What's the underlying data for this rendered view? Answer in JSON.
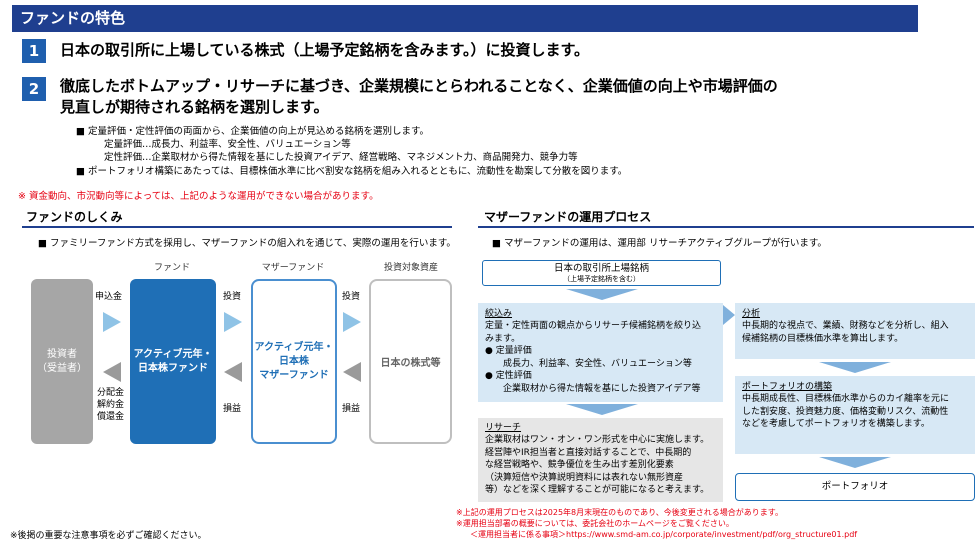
{
  "header": {
    "title": "ファンドの特色"
  },
  "features": [
    {
      "num": "1",
      "line1": "日本の取引所に上場している株式（上場予定銘柄を含みます。）に投資します。"
    },
    {
      "num": "2",
      "line1": "徹底したボトムアップ・リサーチに基づき、企業規模にとらわれることなく、企業価値の向上や市場評価の",
      "line2": "見直しが期待される銘柄を選別します。"
    }
  ],
  "bullets": {
    "b1": "■ 定量評価・定性評価の両面から、企業価値の向上が見込める銘柄を選別します。",
    "b1_sub1": "定量評価…成長力、利益率、安全性、バリュエーション等",
    "b1_sub2": "定性評価…企業取材から得た情報を基にした投資アイデア、経営戦略、マネジメント力、商品開発力、競争力等",
    "b2": "■ ポートフォリオ構築にあたっては、目標株価水準に比べ割安な銘柄を組み入れるとともに、流動性を勘案して分散を図ります。"
  },
  "caution": "※ 資金動向、市況動向等によっては、上記のような運用ができない場合があります。",
  "left_section": {
    "title": "ファンドのしくみ",
    "bullet": "■ ファミリーファンド方式を採用し、マザーファンドの組入れを通じて、実際の運用を行います。",
    "col_heads": [
      "ファンド",
      "マザーファンド",
      "投資対象資産"
    ],
    "investor": [
      "投資者",
      "（受益者）"
    ],
    "fund": [
      "アクティブ元年・",
      "日本株ファンド"
    ],
    "mother": [
      "アクティブ元年・",
      "日本株",
      "マザーファンド"
    ],
    "asset": "日本の株式等",
    "labels": {
      "subscribe": "申込金",
      "invest1": "投資",
      "invest2": "投資",
      "distribution": [
        "分配金",
        "解約金",
        "償還金"
      ],
      "pl1": "損益",
      "pl2": "損益"
    }
  },
  "right_section": {
    "title": "マザーファンドの運用プロセス",
    "bullet": "■ マザーファンドの運用は、運用部 リサーチアクティブグループが行います。",
    "top_box": {
      "title": "日本の取引所上場銘柄",
      "sub": "（上場予定銘柄を含む）"
    },
    "narrow_box": {
      "head": "絞込み",
      "lines": [
        "定量・定性両面の観点からリサーチ候補銘柄を絞り込",
        "みます。",
        "●  定量評価",
        "　　成長力、利益率、安全性、バリュエーション等",
        "●  定性評価",
        "　　企業取材から得た情報を基にした投資アイデア等"
      ]
    },
    "research_box": {
      "head": "リサーチ",
      "lines": [
        "企業取材はワン・オン・ワン形式を中心に実施します。",
        "経営陣やIR担当者と直接対話することで、中長期的",
        "な経営戦略や、競争優位を生み出す差別化要素",
        "（決算短信や決算説明資料には表れない無形資産",
        "等）などを深く理解することが可能になると考えます。"
      ]
    },
    "analysis_box": {
      "head": "分析",
      "lines": [
        "中長期的な視点で、業績、財務などを分析し、組入",
        "候補銘柄の目標株価水準を算出します。"
      ]
    },
    "portfolio_box": {
      "head": "ポートフォリオの構築",
      "lines": [
        "中長期成長性、目標株価水準からのカイ離率を元に",
        "した割安度、投資魅力度、価格変動リスク、流動性",
        "などを考慮してポートフォリオを構築します。"
      ]
    },
    "final_box": "ポートフォリオ"
  },
  "footnotes": {
    "left": "※後掲の重要な注意事項を必ずご確認ください。",
    "r1": "※上記の運用プロセスは2025年8月末現在のものであり、今後変更される場合があります。",
    "r2": "※運用担当部署の概要については、委託会社のホームページをご覧ください。",
    "r3": "＜運用担当者に係る事項＞https://www.smd-am.co.jp/corporate/investment/pdf/org_structure01.pdf"
  }
}
